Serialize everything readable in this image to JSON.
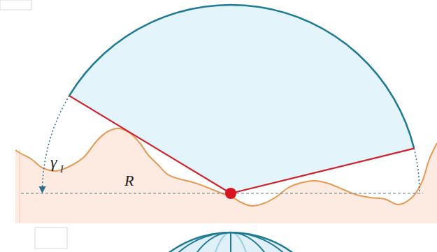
{
  "diagram": {
    "labels": [
      "γ",
      "I",
      "R"
    ]
  }
}
